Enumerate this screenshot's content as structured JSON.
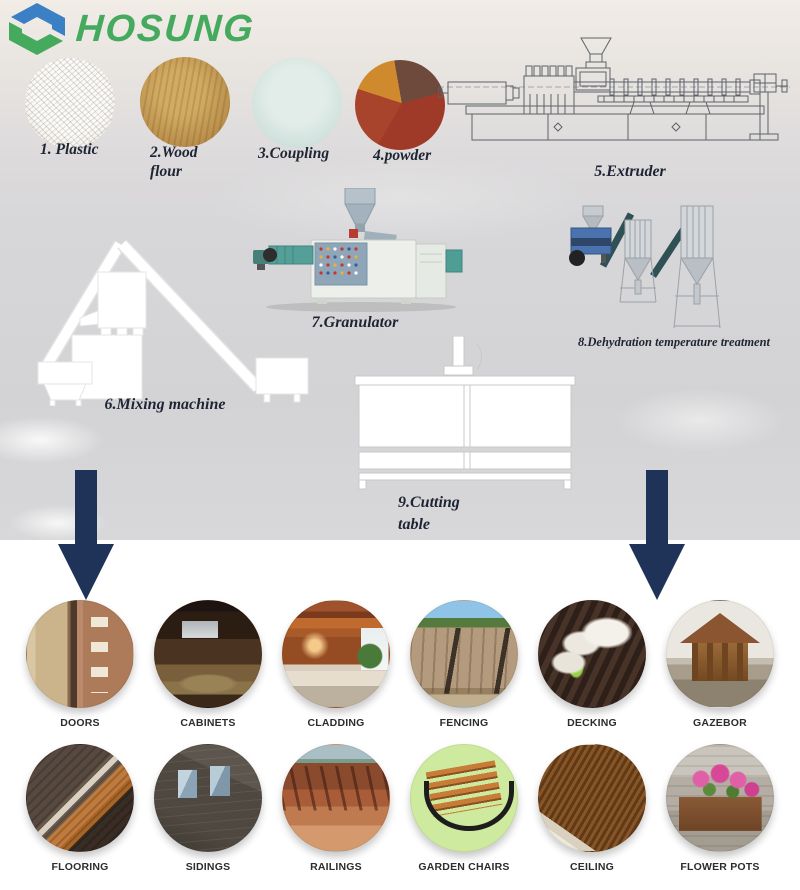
{
  "brand": {
    "name": "HOSUNG"
  },
  "materials": [
    {
      "label": "1. Plastic"
    },
    {
      "label": "2.Wood flour"
    },
    {
      "label": "3.Coupling"
    },
    {
      "label": "4.powder"
    }
  ],
  "machines": {
    "extruder": "5.Extruder",
    "mixing": "6.Mixing machine",
    "granulator": "7.Granulator",
    "dehydration": "8.Dehydration temperature treatment",
    "cutting_line1": "9.Cutting",
    "cutting_line2": "table"
  },
  "products": {
    "row1": [
      "DOORS",
      "CABINETS",
      "CLADDING",
      "FENCING",
      "DECKING",
      "GAZEBOR"
    ],
    "row2": [
      "FLOORING",
      "SIDINGS",
      "RAILINGS",
      "GARDEN CHAIRS",
      "CEILING",
      "FLOWER POTS"
    ]
  },
  "colors": {
    "brand_green": "#45aa5e",
    "logo_blue": "#3b7fc4",
    "arrow_navy": "#1e3357",
    "background_gray": "#d5d4d6"
  }
}
